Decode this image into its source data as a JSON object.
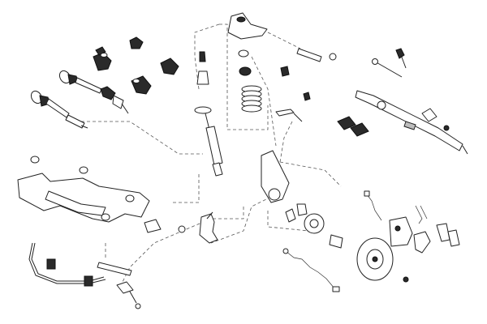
{
  "diagram": {
    "colors": {
      "outline": "#222222",
      "guide_line": "#555555",
      "rubber_boot": "#2a2a2a",
      "shaded_metal": "#bdbdbd",
      "background": "#ffffff"
    },
    "style": "exploded-view line drawing of front suspension and steering components",
    "components": [
      "drive-shaft-long",
      "drive-shaft-short",
      "cv-boot-set",
      "strut-mount",
      "coil-spring",
      "shock-absorber",
      "bump-stop",
      "upper-control-arm",
      "tie-rod",
      "steering-rack",
      "steering-rack-boots",
      "subframe",
      "steering-knuckle",
      "wheel-hub",
      "brake-disc",
      "brake-caliper",
      "brake-pads",
      "brake-hose",
      "stabilizer-bar",
      "stabilizer-links",
      "lower-control-arm",
      "abs-sensor-cable"
    ]
  }
}
